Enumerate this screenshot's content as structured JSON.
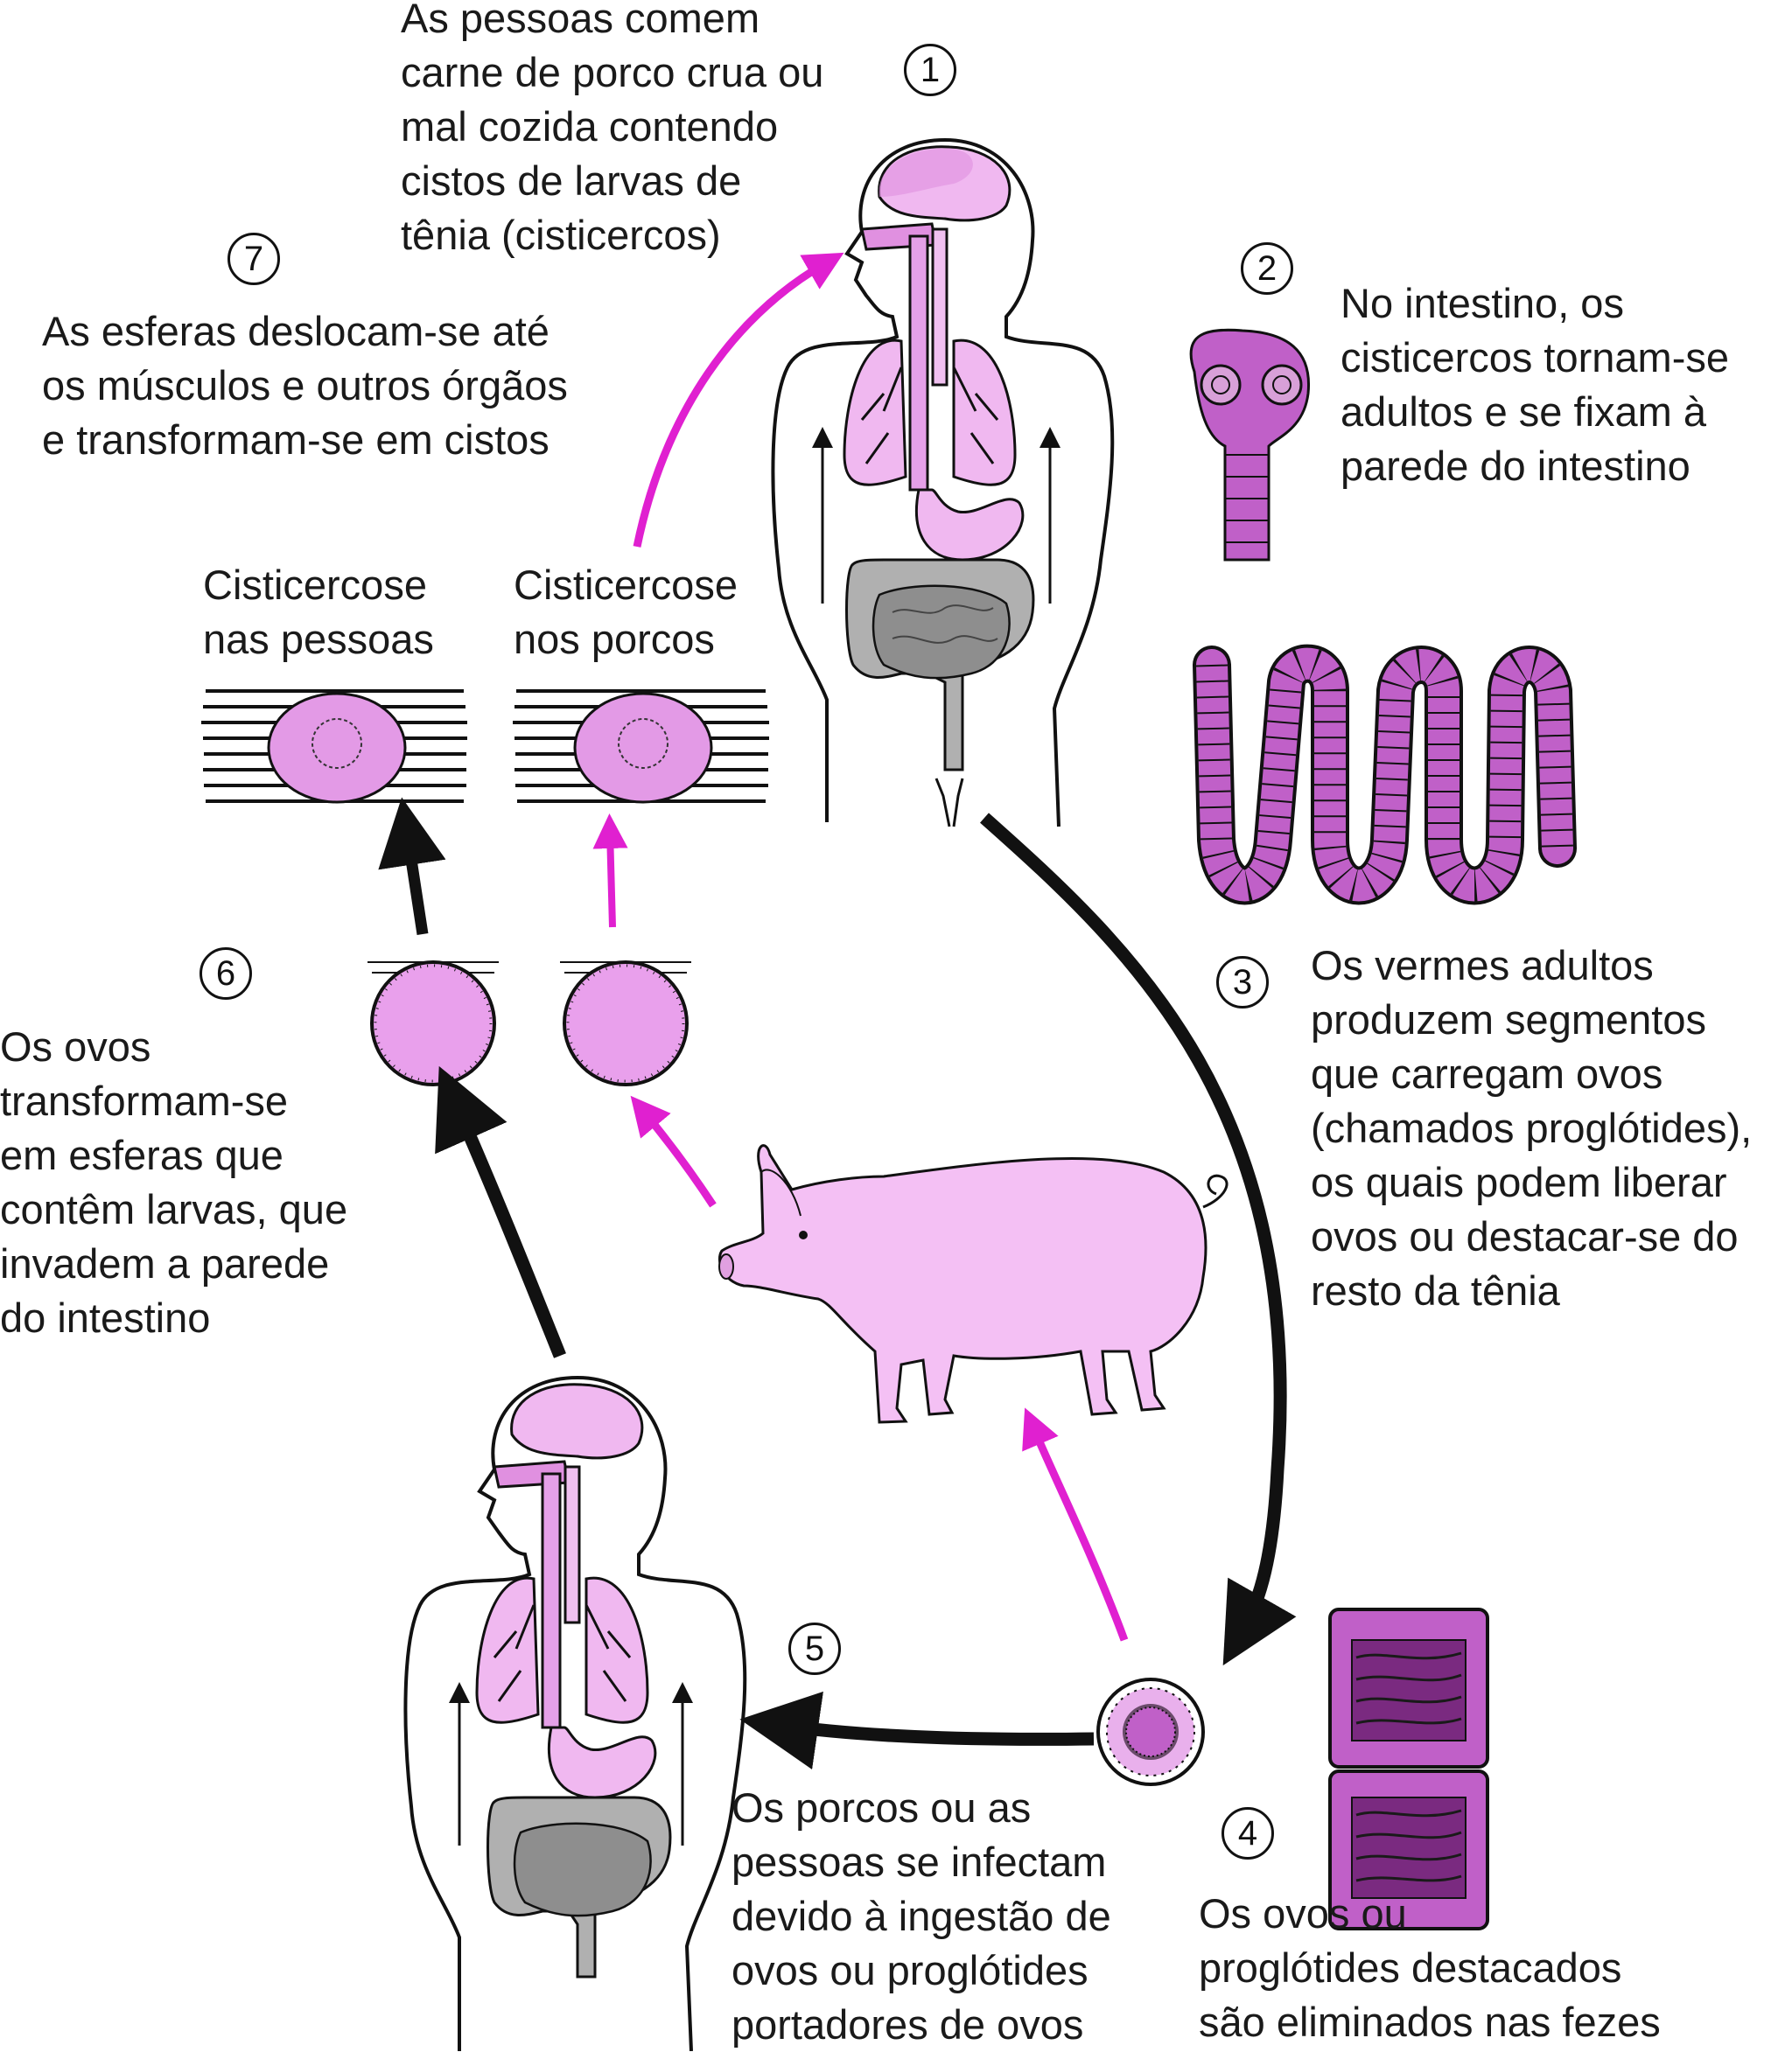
{
  "steps": {
    "s1": {
      "number": "1",
      "lines": [
        "As pessoas comem",
        "carne de porco crua ou",
        "mal cozida contendo",
        "cistos de larvas de",
        "tênia (cisticercos)"
      ]
    },
    "s2": {
      "number": "2",
      "lines": [
        "No intestino, os",
        "cisticercos tornam-se",
        "adultos e se fixam à",
        "parede do intestino"
      ]
    },
    "s3": {
      "number": "3",
      "lines": [
        "Os vermes adultos",
        "produzem segmentos",
        "que carregam ovos",
        "(chamados proglótides),",
        "os quais podem liberar",
        "ovos ou destacar-se do",
        "resto da tênia"
      ]
    },
    "s4": {
      "number": "4",
      "lines": [
        "Os ovos ou",
        "proglótides destacados",
        "são eliminados nas fezes"
      ]
    },
    "s5": {
      "number": "5",
      "lines": [
        "Os porcos ou as",
        "pessoas se infectam",
        "devido à ingestão de",
        "ovos ou proglótides",
        "portadores de ovos"
      ]
    },
    "s6": {
      "number": "6",
      "lines": [
        "Os ovos",
        "transformam-se",
        "em esferas que",
        "contêm larvas, que",
        "invadem a parede",
        "do intestino"
      ]
    },
    "s7": {
      "number": "7",
      "lines": [
        "As esferas deslocam-se até",
        "os músculos e outros órgãos",
        "e transformam-se em cistos"
      ]
    }
  },
  "labels": {
    "cyst_people": [
      "Cisticercose",
      "nas pessoas"
    ],
    "cyst_pigs": [
      "Cisticercose",
      "nos porcos"
    ]
  },
  "colors": {
    "magenta": "#e020d0",
    "pink": "#f0b8f0",
    "purple": "#c060c8",
    "gray": "#b0b0b0"
  }
}
